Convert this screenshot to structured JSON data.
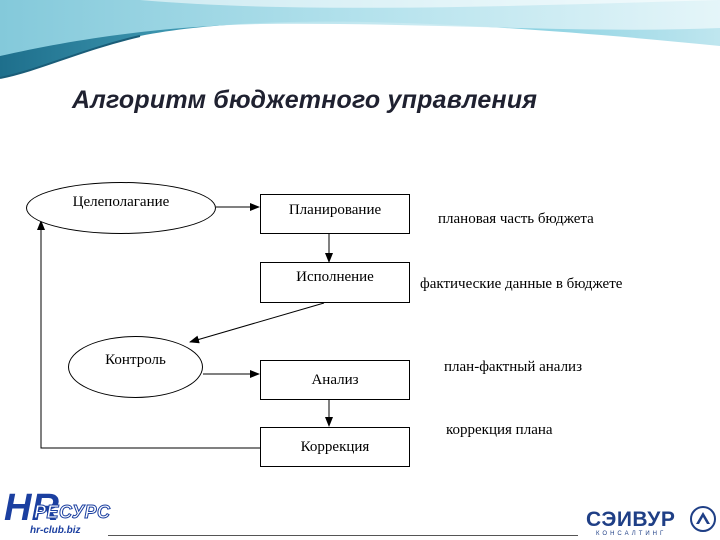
{
  "title": "Алгоритм бюджетного управления",
  "diagram": {
    "nodes": {
      "goal_setting": "Целеполагание",
      "planning": "Планирование",
      "execution": "Исполнение",
      "control": "Контроль",
      "analysis": "Анализ",
      "correction": "Коррекция"
    },
    "notes": {
      "planning": "плановая часть бюджета",
      "execution": "фактические данные в бюджете",
      "analysis": "план-фактный анализ",
      "correction": "коррекция плана"
    }
  },
  "logos": {
    "hr_letters": "HR",
    "hr_word": "РЕСУРС",
    "hr_site": "hr-club.biz",
    "saviour_name": "СЭИВУР",
    "saviour_sub": "КОНСАЛТИНГ"
  },
  "colors": {
    "brand_blue": "#1b3fa0",
    "header_teal": "#4fb0c6",
    "saviour_blue": "#1f3f86"
  }
}
